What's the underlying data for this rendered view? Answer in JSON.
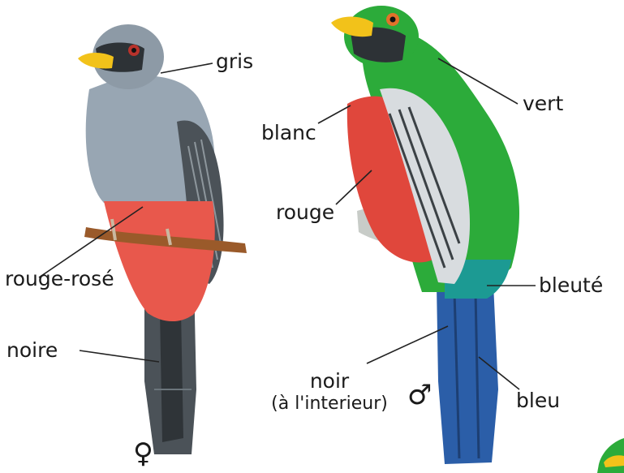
{
  "female": {
    "labels": {
      "gris": "gris",
      "rouge_rose": "rouge-rosé",
      "noire": "noire"
    },
    "symbol": "♀"
  },
  "male": {
    "labels": {
      "vert": "vert",
      "blanc": "blanc",
      "rouge": "rouge",
      "bleute": "bleuté",
      "noir_line1": "noir",
      "noir_line2": "(à l'interieur)",
      "bleu": "bleu"
    },
    "symbol": "♂"
  },
  "colors": {
    "female_gray": "#98a6b3",
    "female_dark_gray": "#4b5258",
    "female_rose": "#e8584c",
    "male_green": "#2cab3a",
    "male_red": "#e0473c",
    "male_blue": "#2b5ea8",
    "male_teal": "#1c9a93",
    "beak_yellow": "#f2c21a",
    "branch_brown": "#9a5a2a"
  }
}
